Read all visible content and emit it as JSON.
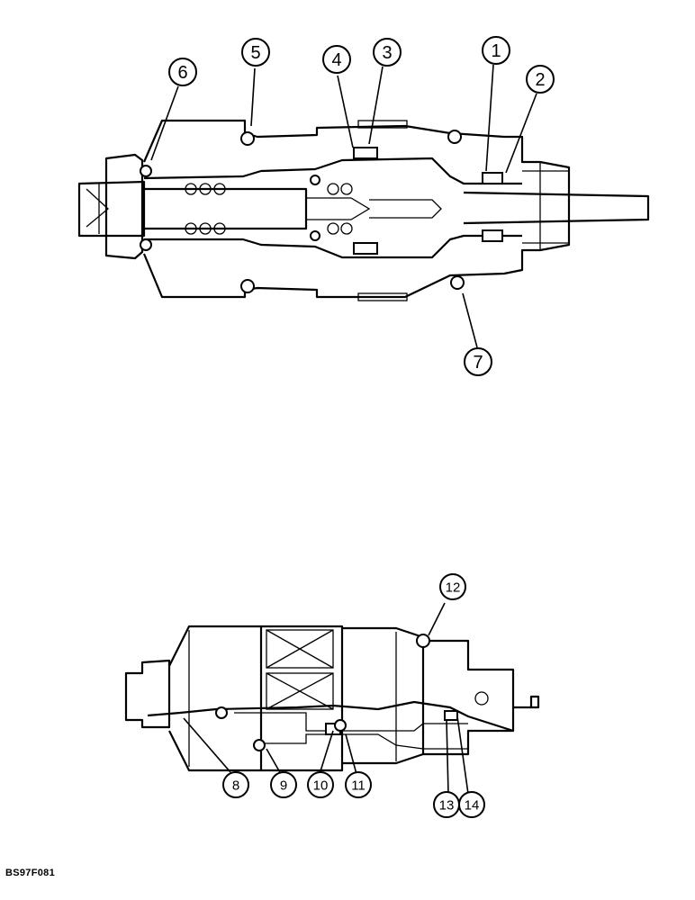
{
  "upper_valve": {
    "callouts": [
      "1",
      "2",
      "3",
      "4",
      "5",
      "6",
      "7"
    ]
  },
  "lower_valve": {
    "callouts": [
      "8",
      "9",
      "10",
      "11",
      "12",
      "13",
      "14"
    ]
  },
  "figure_code": "BS97F081"
}
